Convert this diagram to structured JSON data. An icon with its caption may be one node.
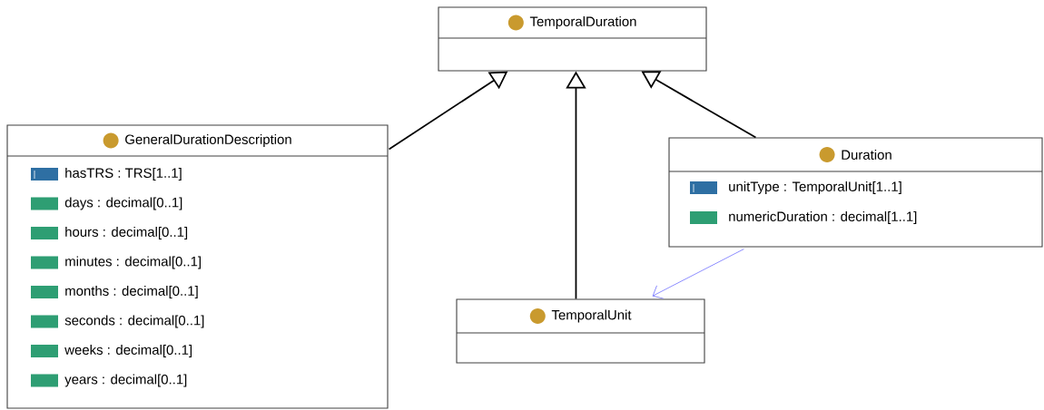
{
  "diagram": {
    "nodes": [
      {
        "text": [
          "TemporalDuration"
        ]
      },
      {
        "text": [
          "GeneralDurationDescription",
          "hasTRS : TRS[1..1]",
          "days : decimal[0..1]",
          "hours : decimal[0..1]",
          "minutes : decimal[0..1]",
          "months : decimal[0..1]",
          "seconds : decimal[0..1]",
          "weeks : decimal[0..1]",
          "years : decimal[0..1]"
        ]
      },
      {
        "text": [
          "Duration",
          "unitType : TemporalUnit[1..1]",
          "numericDuration : decimal[1..1]"
        ]
      },
      {
        "text": [
          "TemporalUnit"
        ]
      }
    ],
    "edges": [
      {
        "from": 1,
        "to": 0,
        "arrow": "to"
      },
      {
        "from": 3,
        "to": 0,
        "arrow": "to"
      },
      {
        "from": 2,
        "to": 0,
        "arrow": "to"
      },
      {
        "from": 2,
        "to": 3,
        "arrow": "to",
        "color": "#8080ff"
      }
    ]
  }
}
